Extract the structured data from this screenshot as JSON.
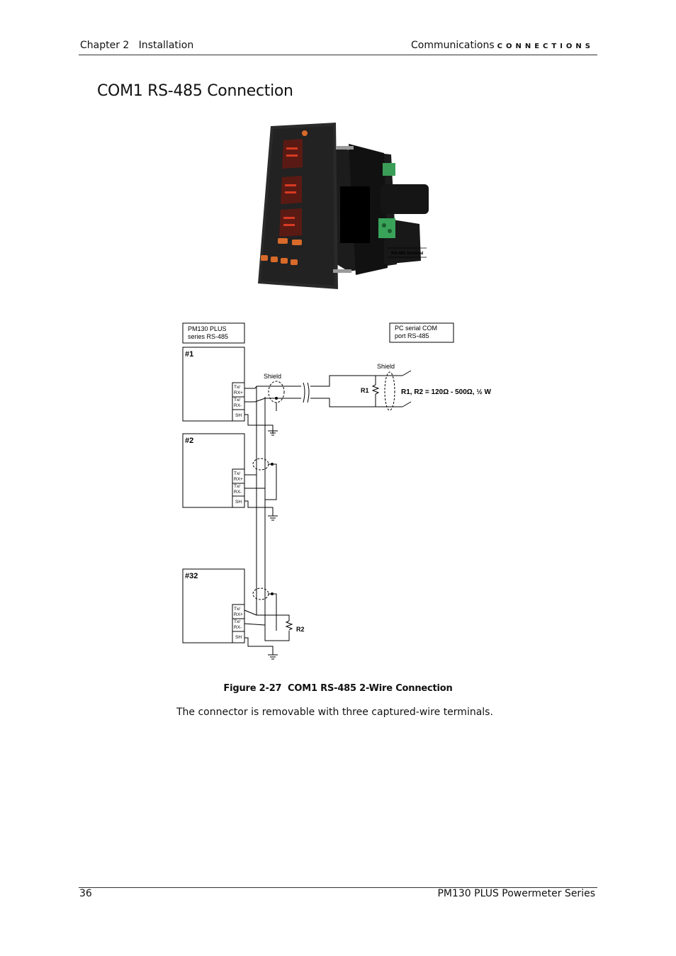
{
  "header": {
    "chapter": "Chapter 2   Installation",
    "section": "Communications",
    "section_caps": "CONNECTIONS"
  },
  "title": "COM1 RS-485 Connection",
  "photo": {
    "label": "RS-485 terminal"
  },
  "diagram": {
    "meter_series_label": [
      "PM130 PLUS",
      "series RS-485"
    ],
    "pc_port_label": [
      "PC serial COM",
      "port RS-485"
    ],
    "devices": [
      "#1",
      "#2",
      "#32"
    ],
    "terminals": [
      "Tx/",
      "RX+",
      "Tx/",
      "RX-",
      "SH"
    ],
    "shield_label": "Shield",
    "r1_label": "R1",
    "r2_label": "R2",
    "resistor_spec": "R1, R2 = 120Ω - 500Ω, ½ W"
  },
  "caption": "Figure 2-27  COM1 RS-485 2-Wire Connection",
  "body_text": "The connector is removable with three captured-wire terminals.",
  "footer": {
    "page_number": "36",
    "doc_title": "PM130 PLUS Powermeter Series"
  }
}
